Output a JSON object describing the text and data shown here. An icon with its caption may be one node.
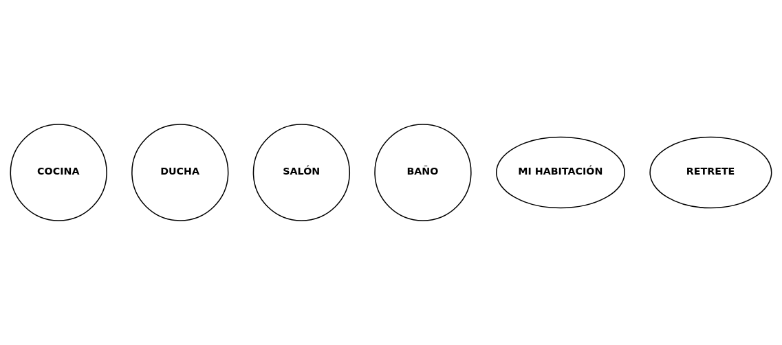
{
  "diagram": {
    "nodes": [
      {
        "text": [
          "COCINA"
        ]
      },
      {
        "text": [
          "DUCHA"
        ]
      },
      {
        "text": [
          "SALÓN"
        ]
      },
      {
        "text": [
          "BAÑO"
        ]
      },
      {
        "text": [
          "MI HABITACIÓN"
        ]
      },
      {
        "text": [
          "RETRETE"
        ]
      }
    ],
    "edges": []
  }
}
